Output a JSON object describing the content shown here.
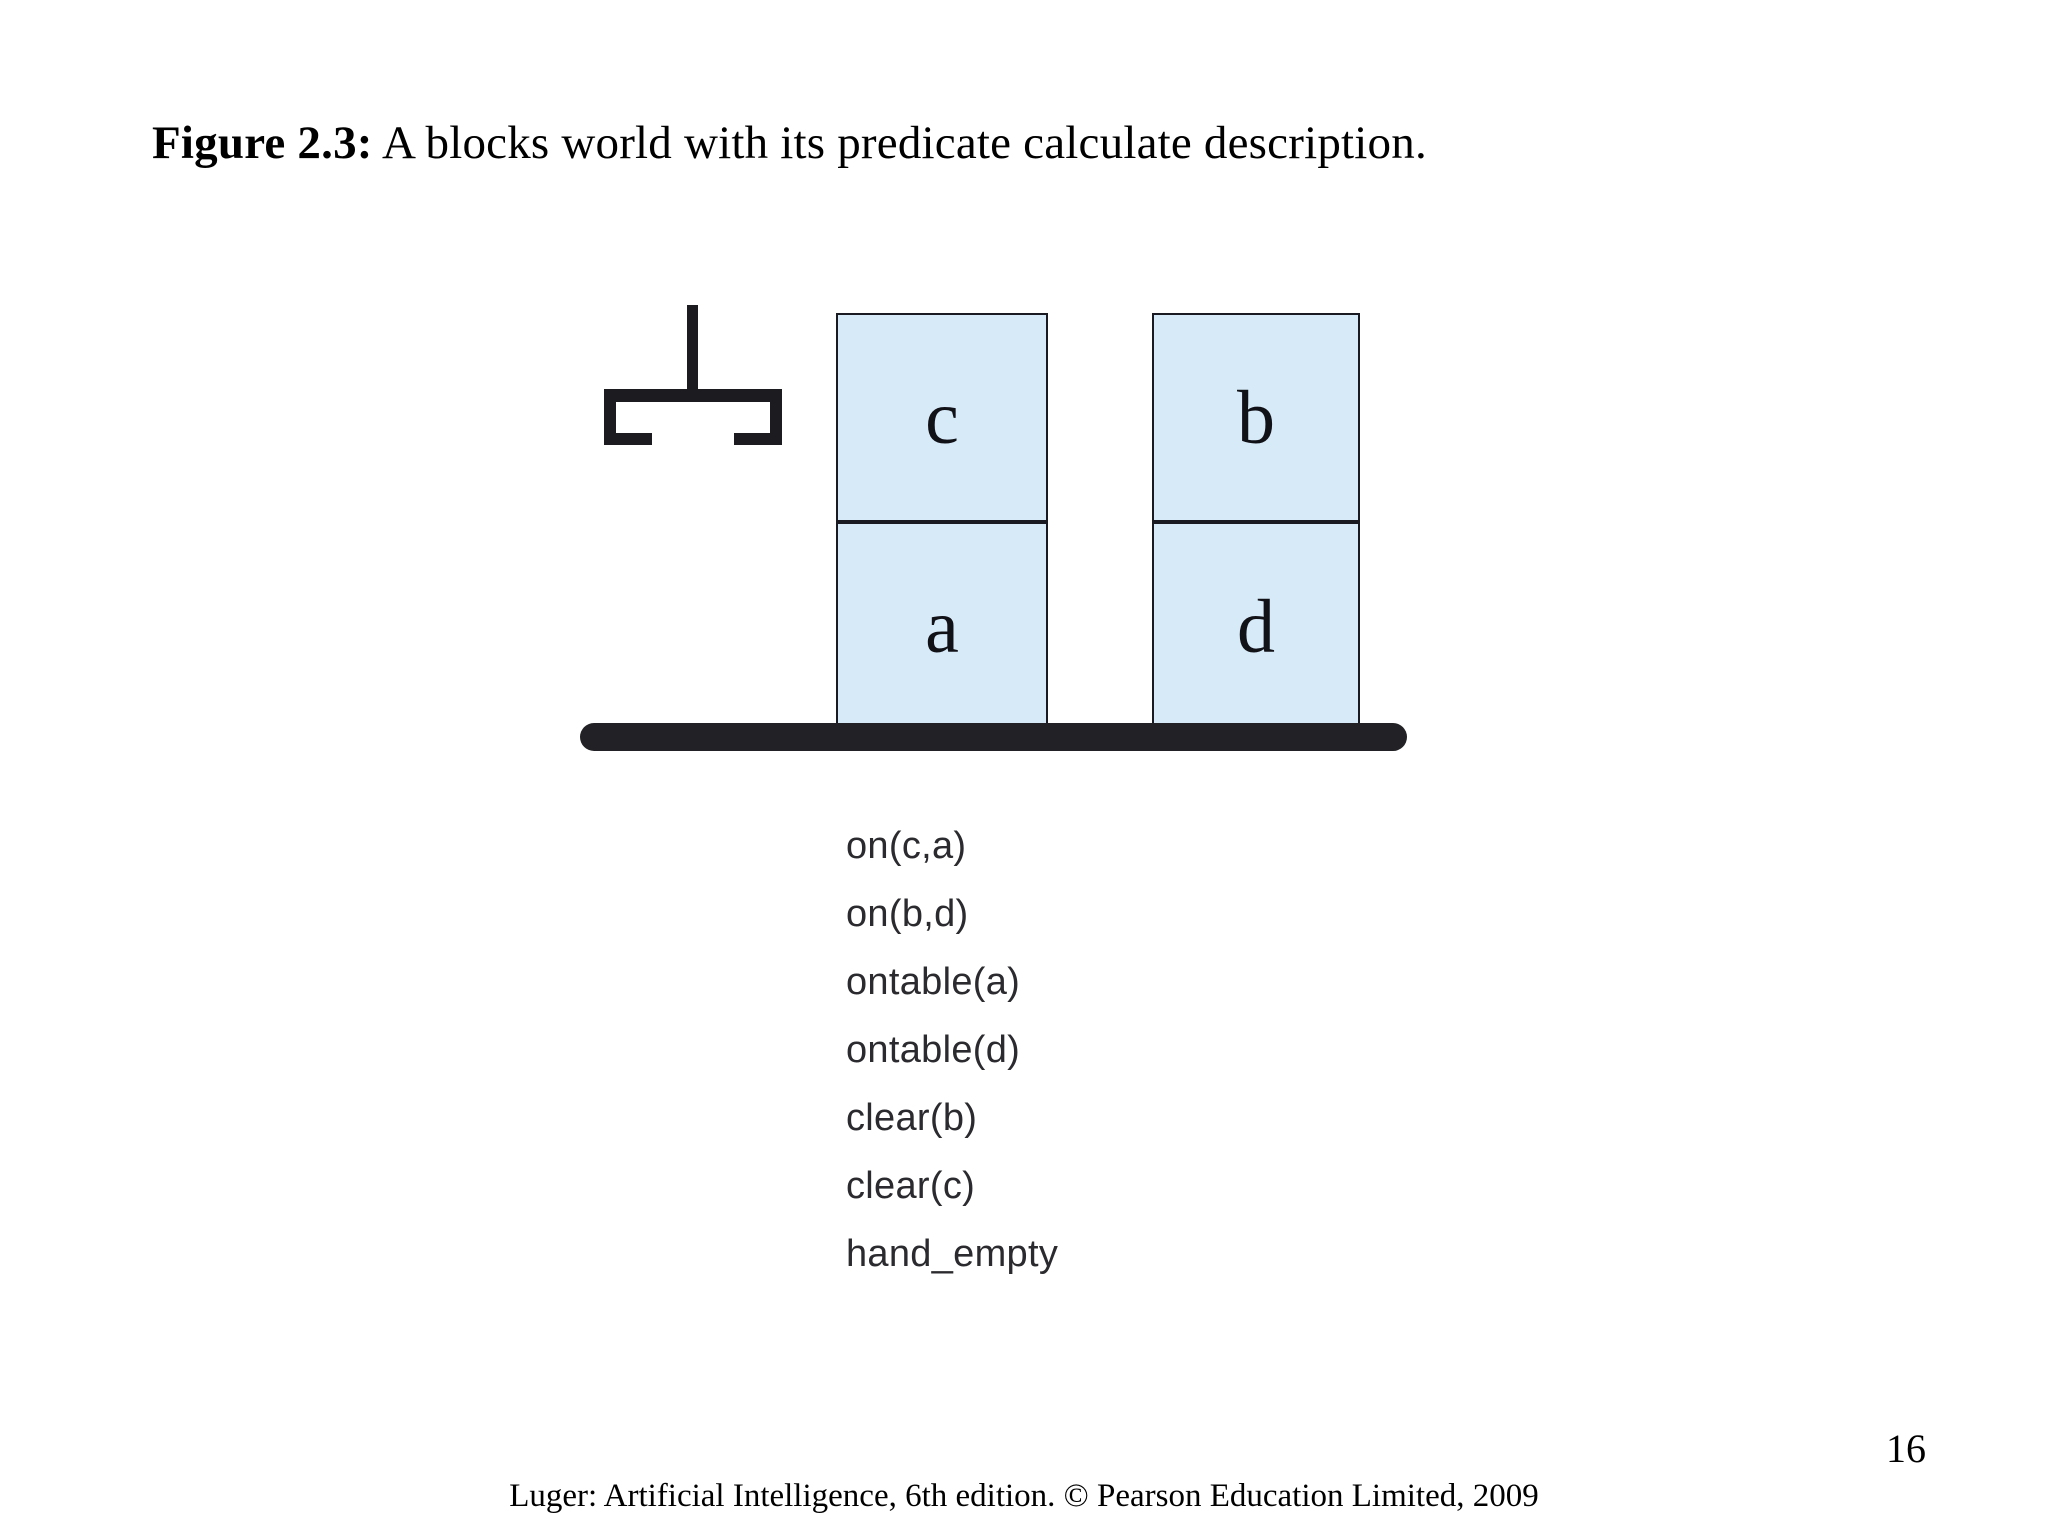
{
  "slide": {
    "title_label": "Figure 2.3:",
    "title_caption": " A blocks world with its predicate calculate description.",
    "page_number": "16",
    "footer": "Luger: Artificial Intelligence, 6th edition. © Pearson Education Limited, 2009"
  },
  "figure": {
    "gripper_icon_name": "robot-gripper-icon",
    "blocks": [
      {
        "id": "c",
        "label": "c",
        "column": "left",
        "row": "top",
        "on": "a"
      },
      {
        "id": "a",
        "label": "a",
        "column": "left",
        "row": "bottom",
        "on": "table"
      },
      {
        "id": "b",
        "label": "b",
        "column": "right",
        "row": "top",
        "on": "d"
      },
      {
        "id": "d",
        "label": "d",
        "column": "right",
        "row": "bottom",
        "on": "table"
      }
    ],
    "predicates": [
      "on(c,a)",
      "on(b,d)",
      "ontable(a)",
      "ontable(d)",
      "clear(b)",
      "clear(c)",
      "hand_empty"
    ],
    "colors": {
      "block_fill": "#d7eaf8",
      "block_border": "#1a1a22",
      "table_surface": "#222226",
      "gripper": "#1c1c20",
      "predicate_text": "#2b2b2f",
      "background": "#ffffff"
    }
  }
}
